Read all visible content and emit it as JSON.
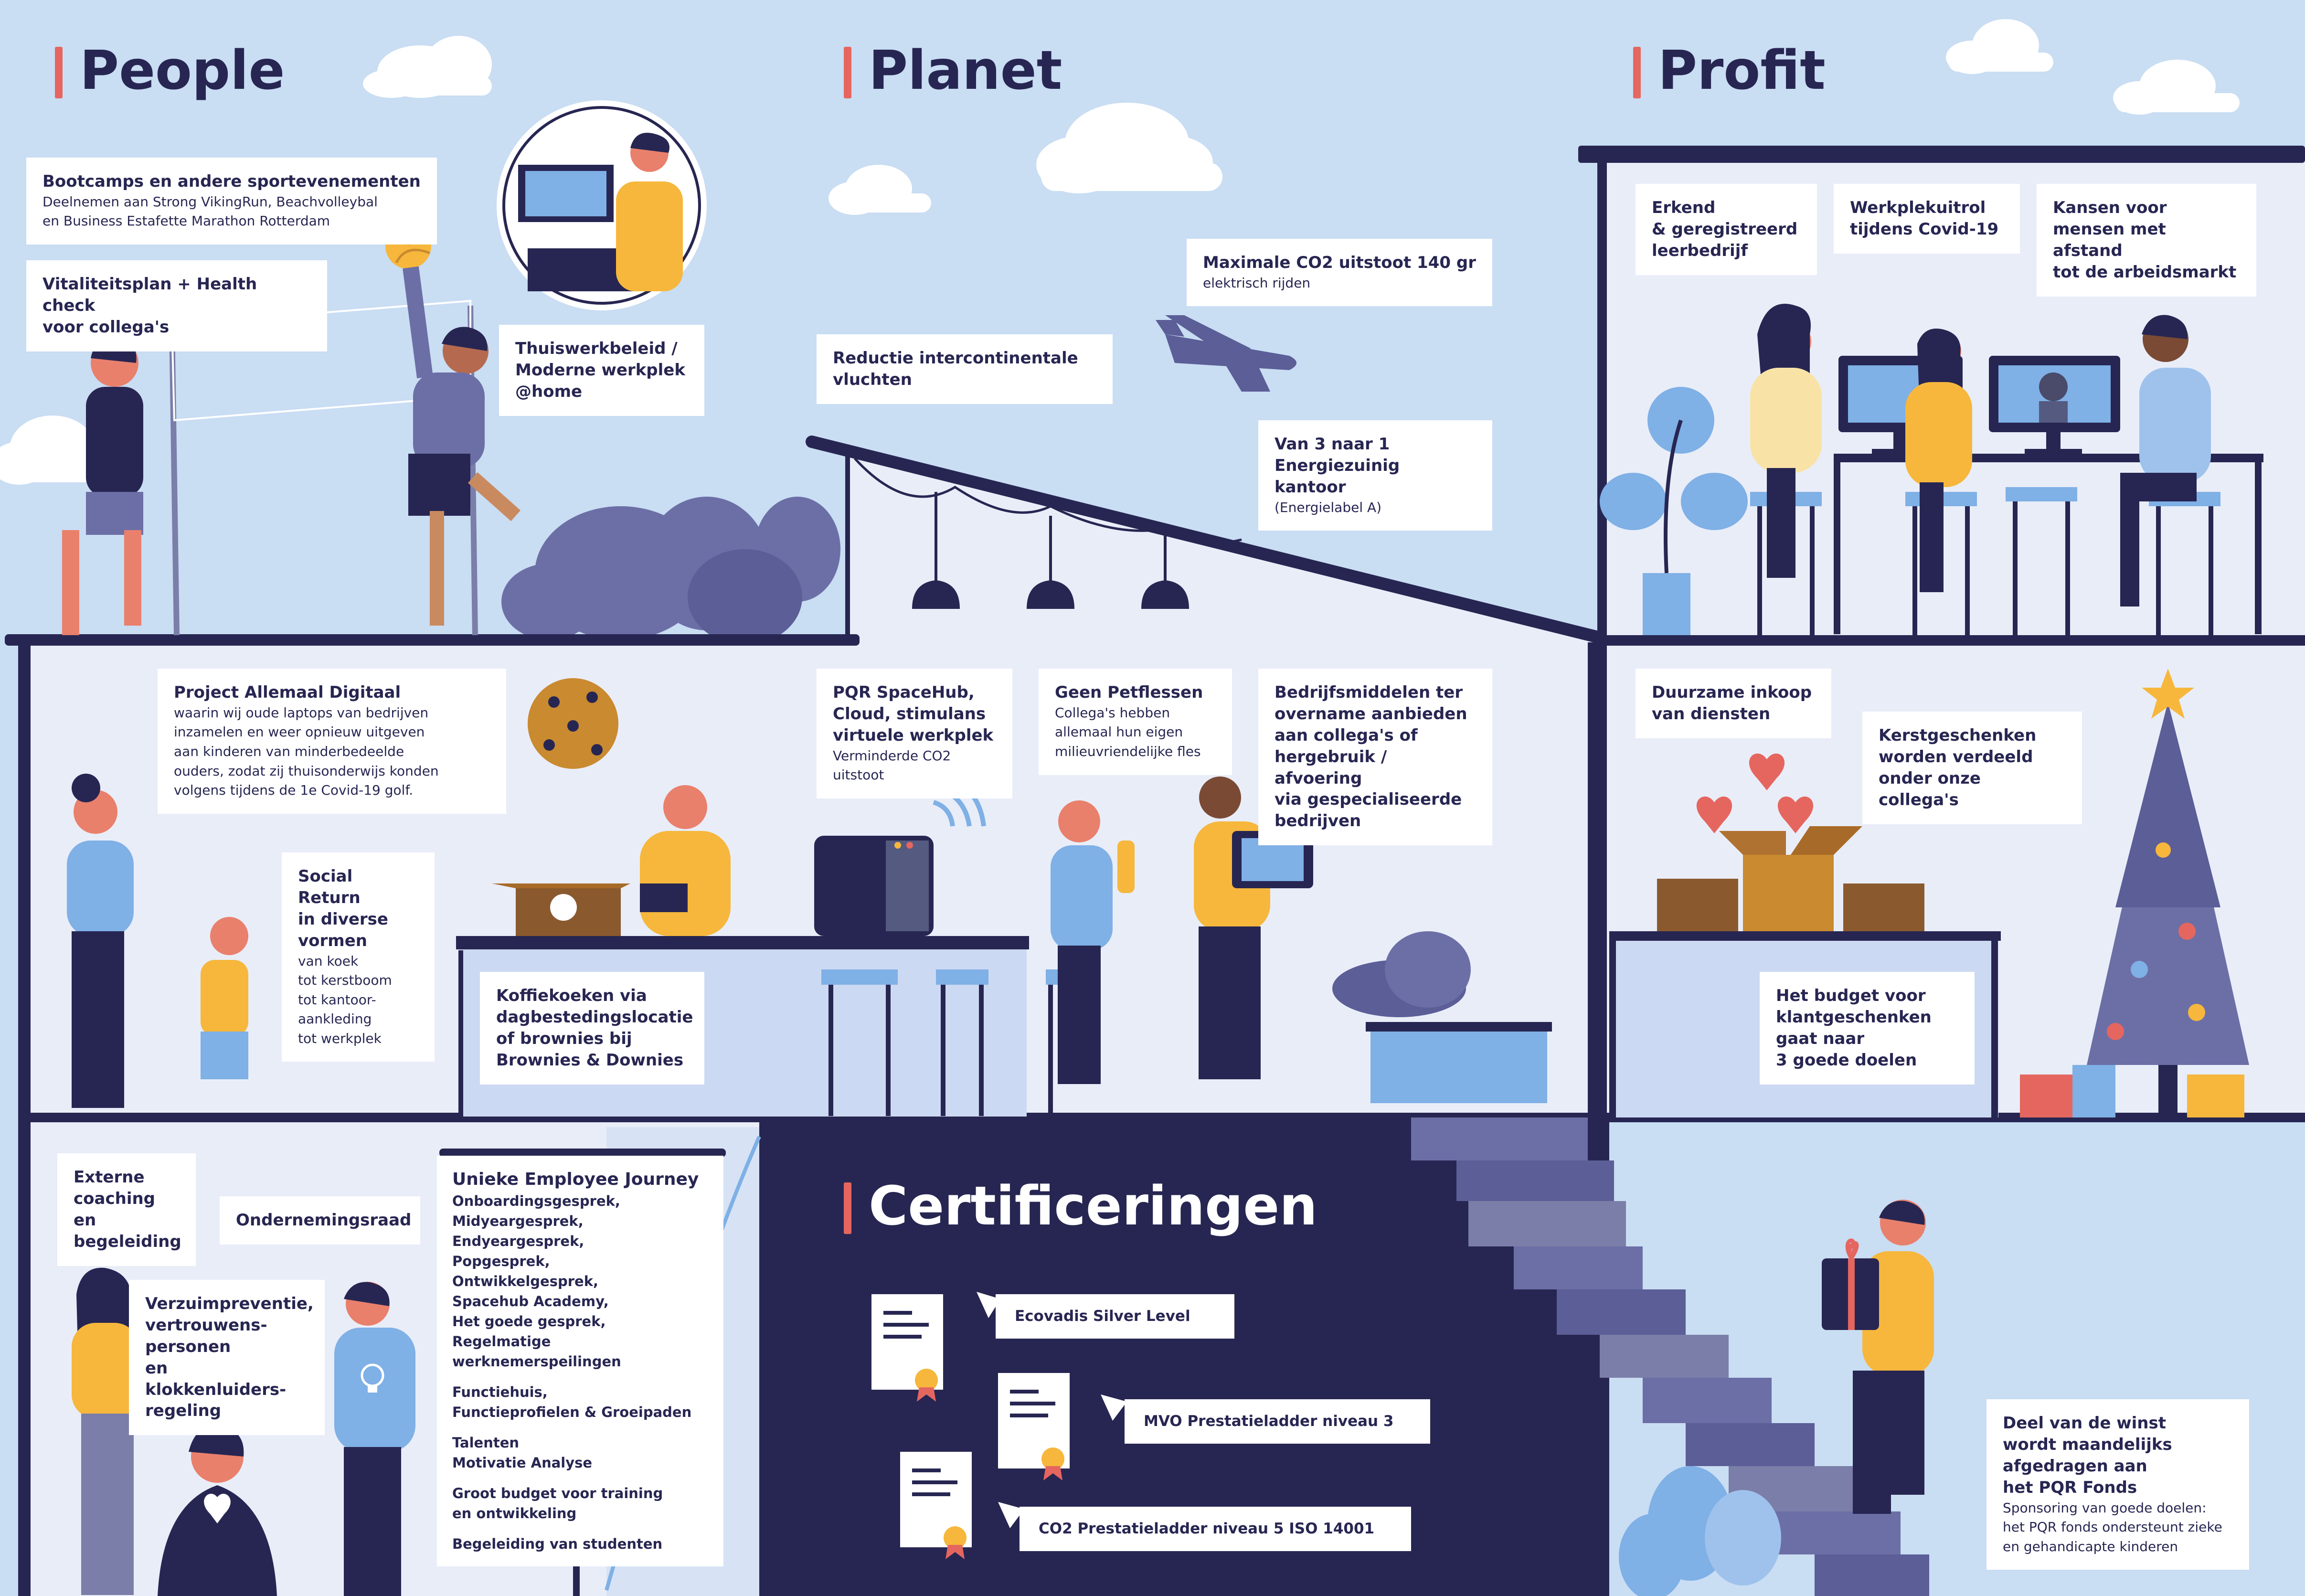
{
  "sections": {
    "people": "People",
    "planet": "Planet",
    "profit": "Profit",
    "certificeringen": "Certificeringen"
  },
  "colors": {
    "sky": "#c9ddf3",
    "navy": "#272652",
    "accent": "#e5665f",
    "yellow": "#f6b73c",
    "lightblue": "#7fb0e6",
    "interior": "#e9edf8"
  },
  "people": {
    "bootcamps": {
      "title": "Bootcamps en andere sportevenementen",
      "desc": "Deelnemen aan Strong VikingRun, Beachvolleybal\nen Business Estafette Marathon Rotterdam"
    },
    "vitaliteit": "Vitaliteitsplan + Health check\nvoor collega's",
    "thuiswerk": "Thuiswerkbeleid /\nModerne werkplek\n@home",
    "allemaal_digitaal": {
      "title": "Project Allemaal Digitaal",
      "desc": "waarin wij oude laptops van bedrijven\ninzamelen en weer opnieuw uitgeven\naan kinderen van minderbedeelde\nouders, zodat zij thuisonderwijs konden\nvolgens tijdens de 1e Covid-19 golf."
    },
    "social_return": {
      "title": "Social Return\nin diverse\nvormen",
      "desc": "van koek\ntot kerstboom\ntot kantoor-\naankleding\ntot werkplek"
    },
    "koffiekoeken": "Koffiekoeken via\ndagbestedingslocatie\nof brownies bij\nBrownies & Downies",
    "externe_coaching": "Externe\ncoaching en\nbegeleiding",
    "ondernemingsraad": "Ondernemingsraad",
    "verzuim": "Verzuimpreventie,\nvertrouwens-\npersonen\nen klokkenluiders-\nregeling",
    "employee_journey": {
      "title": "Unieke Employee Journey",
      "list": "Onboardingsgesprek,\nMidyeargesprek,\nEndyeargesprek,\nPopgesprek,\nOntwikkelgesprek,\nSpacehub Academy,\nHet goede gesprek,\nRegelmatige\nwerknemerspeilingen",
      "functiehuis": "Functiehuis,\nFunctieprofielen & Groeipaden",
      "talenten": "Talenten\nMotivatie Analyse",
      "budget": "Groot budget voor training\nen ontwikkeling",
      "studenten": "Begeleiding van studenten"
    }
  },
  "planet": {
    "co2": {
      "title": "Maximale CO2 uitstoot 140 gr",
      "desc": "elektrisch rijden"
    },
    "vluchten": "Reductie intercontinentale\nvluchten",
    "kantoor": {
      "title": "Van 3 naar 1\nEnergiezuinig kantoor",
      "desc": "(Energielabel A)"
    },
    "spacehub": {
      "title": "PQR SpaceHub,\nCloud, stimulans\nvirtuele werkplek",
      "desc": "Verminderde CO2 uitstoot"
    },
    "petflessen": {
      "title": "Geen Petflessen",
      "desc": "Collega's hebben\nallemaal hun eigen\nmilieuvriendelijke fles"
    },
    "bedrijfsmiddelen": "Bedrijfsmiddelen ter\novername aanbieden\naan collega's of\nhergebruik / afvoering\nvia gespecialiseerde\nbedrijven"
  },
  "profit": {
    "erkend": "Erkend\n& geregistreerd\nleerbedrijf",
    "covid": "Werkplekuitrol\ntijdens Covid-19",
    "kansen": "Kansen voor\nmensen met afstand\ntot de arbeidsmarkt",
    "inkoop": "Duurzame inkoop\nvan diensten",
    "kerst": "Kerstgeschenken\nworden verdeeld\nonder onze collega's",
    "budget": "Het budget voor\nklantgeschenken\ngaat naar\n3 goede doelen",
    "winst": {
      "title": "Deel van de winst\nwordt maandelijks\nafgedragen aan\nhet PQR Fonds",
      "desc": "Sponsoring van goede doelen:\nhet PQR fonds ondersteunt zieke\nen gehandicapte kinderen"
    }
  },
  "certificeringen": {
    "ecovadis": "Ecovadis Silver Level",
    "mvo": "MVO Prestatieladder niveau 3",
    "co2": "CO2 Prestatieladder niveau 5 ISO 14001"
  },
  "icons": [
    "cloud-icon",
    "volleyball-icon",
    "airplane-icon",
    "cookie-icon",
    "wifi-icon",
    "heart-icon",
    "christmas-tree-icon",
    "gift-icon",
    "lightbulb-icon",
    "certificate-icon",
    "plant-icon",
    "pendant-lamp-icon",
    "monitor-icon"
  ]
}
